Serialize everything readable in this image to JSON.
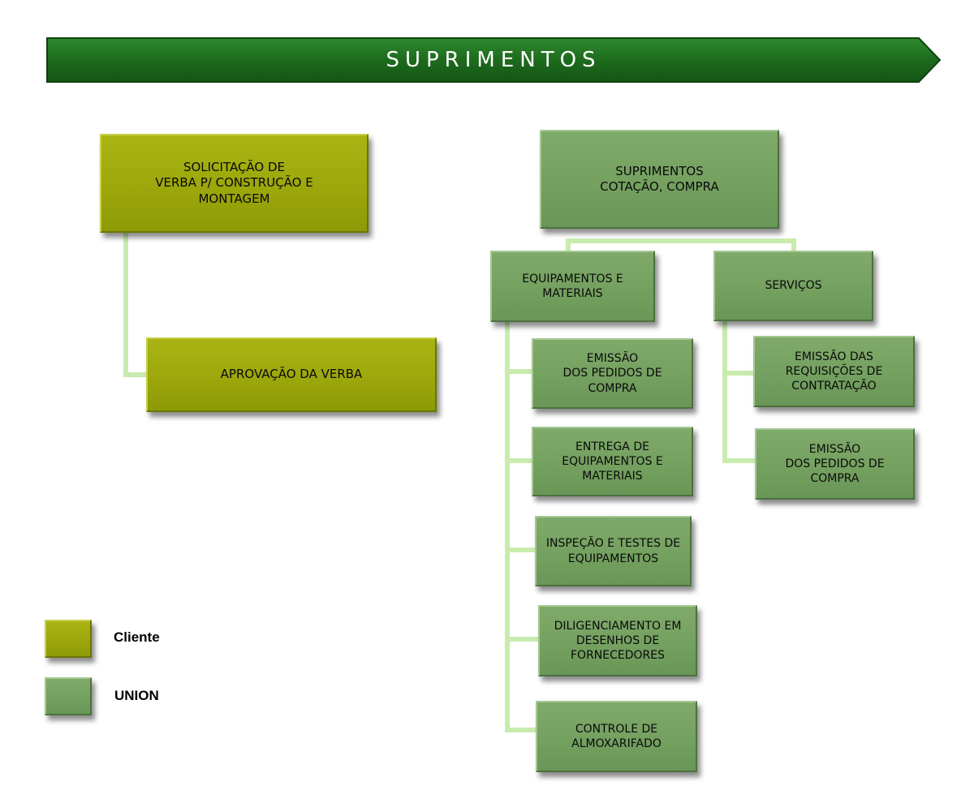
{
  "banner": {
    "title": "SUPRIMENTOS"
  },
  "client": {
    "solicitacao": "SOLICITAÇÃO DE\nVERBA  P/ CONSTRUÇÃO E\nMONTAGEM",
    "aprovacao": "APROVAÇÃO DA VERBA"
  },
  "union": {
    "suprimentos": "SUPRIMENTOS\nCOTAÇÃO, COMPRA",
    "equipamentos": {
      "title": "EQUIPAMENTOS E\nMATERIAIS",
      "items": [
        "EMISSÃO\nDOS PEDIDOS DE\nCOMPRA",
        "ENTREGA DE\nEQUIPAMENTOS E\nMATERIAIS",
        "INSPEÇÃO E TESTES DE\nEQUIPAMENTOS",
        "DILIGENCIAMENTO EM\nDESENHOS DE\nFORNECEDORES",
        "CONTROLE DE\nALMOXARIFADO"
      ]
    },
    "servicos": {
      "title": "SERVIÇOS",
      "items": [
        "EMISSÃO DAS\nREQUISIÇÕES DE\nCONTRATAÇÃO",
        "EMISSÃO\nDOS PEDIDOS DE\nCOMPRA"
      ]
    }
  },
  "legend": {
    "items": [
      {
        "label": "Cliente",
        "color": "#9aa60a"
      },
      {
        "label": "UNION",
        "color": "#739f5f"
      }
    ]
  },
  "colors": {
    "banner": "#1f6f1f",
    "client": "#9aa60a",
    "union": "#739f5f",
    "connector": "#c7ecae"
  }
}
